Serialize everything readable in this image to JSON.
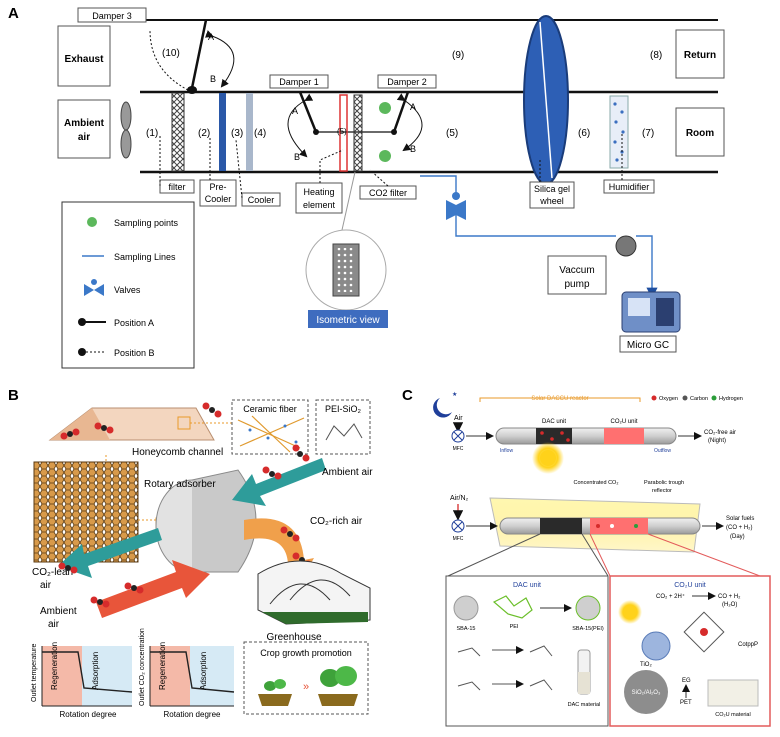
{
  "panelA": {
    "letter": "A",
    "labels": {
      "exhaust": "Exhaust",
      "ambient1": "Ambient",
      "ambient2": "air",
      "return": "Return",
      "room": "Room",
      "damper1": "Damper 1",
      "damper2": "Damper 2",
      "damper3": "Damper 3",
      "filter": "filter",
      "precooler1": "Pre-",
      "precooler2": "Cooler",
      "cooler": "Cooler",
      "heating1": "Heating",
      "heating2": "element",
      "co2filter": "CO2 filter",
      "silica1": "Silica gel",
      "silica2": "wheel",
      "humidifier": "Humidifier",
      "vaccum1": "Vaccum",
      "vaccum2": "pump",
      "microgc": "Micro GC",
      "iso": "Isometric view"
    },
    "numbers": [
      "(1)",
      "(2)",
      "(3)",
      "(4)",
      "(5)",
      "(6)",
      "(7)",
      "(8)",
      "(9)",
      "(10)"
    ],
    "letters": {
      "a": "A",
      "b": "B"
    },
    "legend": {
      "sampling_points": "Sampling points",
      "sampling_lines": "Sampling Lines",
      "valves": "Valves",
      "position_a": "Position A",
      "position_b": "Position B"
    }
  },
  "panelB": {
    "letter": "B",
    "labels": {
      "ceramic": "Ceramic fiber",
      "peisio2": "PEI-SiO₂",
      "honeycomb": "Honeycomb channel",
      "rotary": "Rotary adsorber",
      "ambient_top": "Ambient air",
      "co2rich": "CO₂-rich air",
      "co2lean1": "CO₂-lean",
      "co2lean2": "air",
      "ambient_bl1": "Ambient",
      "ambient_bl2": "air",
      "greenhouse": "Greenhouse",
      "regen": "Regeneration",
      "adsorp": "Adsorption",
      "xlabel": "Rotation degree",
      "ylabel1": "Outlet temperature",
      "ylabel2": "Outlet CO₂ concentration",
      "crop": "Crop growth promotion"
    }
  },
  "panelC": {
    "letter": "C",
    "labels": {
      "reactor": "Solar DACCU reactor",
      "oxygen": "Oxygen",
      "carbon": "Carbon",
      "hydrogen": "Hydrogen",
      "air": "Air",
      "mfc": "MFC",
      "dac_unit": "DAC unit",
      "co2u_unit": "CO₂U unit",
      "inflow": "Inflow",
      "outflow": "Outflow",
      "co2free1": "CO₂-free air",
      "co2free2": "(Night)",
      "airn2": "Air/N₂",
      "concentrated": "Concentrated CO₂",
      "parabolic1": "Parabolic trough",
      "parabolic2": "reflector",
      "solarfuels1": "Solar fuels",
      "solarfuels2": "(CO + H₂)",
      "solarfuels3": "(Day)",
      "sba15": "SBA-15",
      "pei": "PEI",
      "sbapei": "SBA-15(PEI)",
      "dac_material": "DAC material",
      "co2u_box_title": "CO₂U unit",
      "co2u_eq1": "CO₂ + 2H⁺",
      "co2u_eq2": "CO + H₂",
      "co2u_eq3": "(H₂O)",
      "tio2": "TiO₂",
      "sio2al2o3": "SiO₂/Al₂O₃",
      "cotpp": "CotppP",
      "eg": "EG",
      "pet": "PET",
      "co2u_material": "CO₂U material"
    }
  },
  "colors": {
    "wheel": "#2d5fb5",
    "valve": "#3b78c8",
    "green_point": "#5cb85c",
    "teal_arrow": "#2e9c9a",
    "orange_arrow": "#f0a04b",
    "red_arrow": "#e8553a",
    "regen_fill": "#f4b9a8",
    "adsorp_fill": "#d6eaf5",
    "red_box": "#e35b5b"
  }
}
